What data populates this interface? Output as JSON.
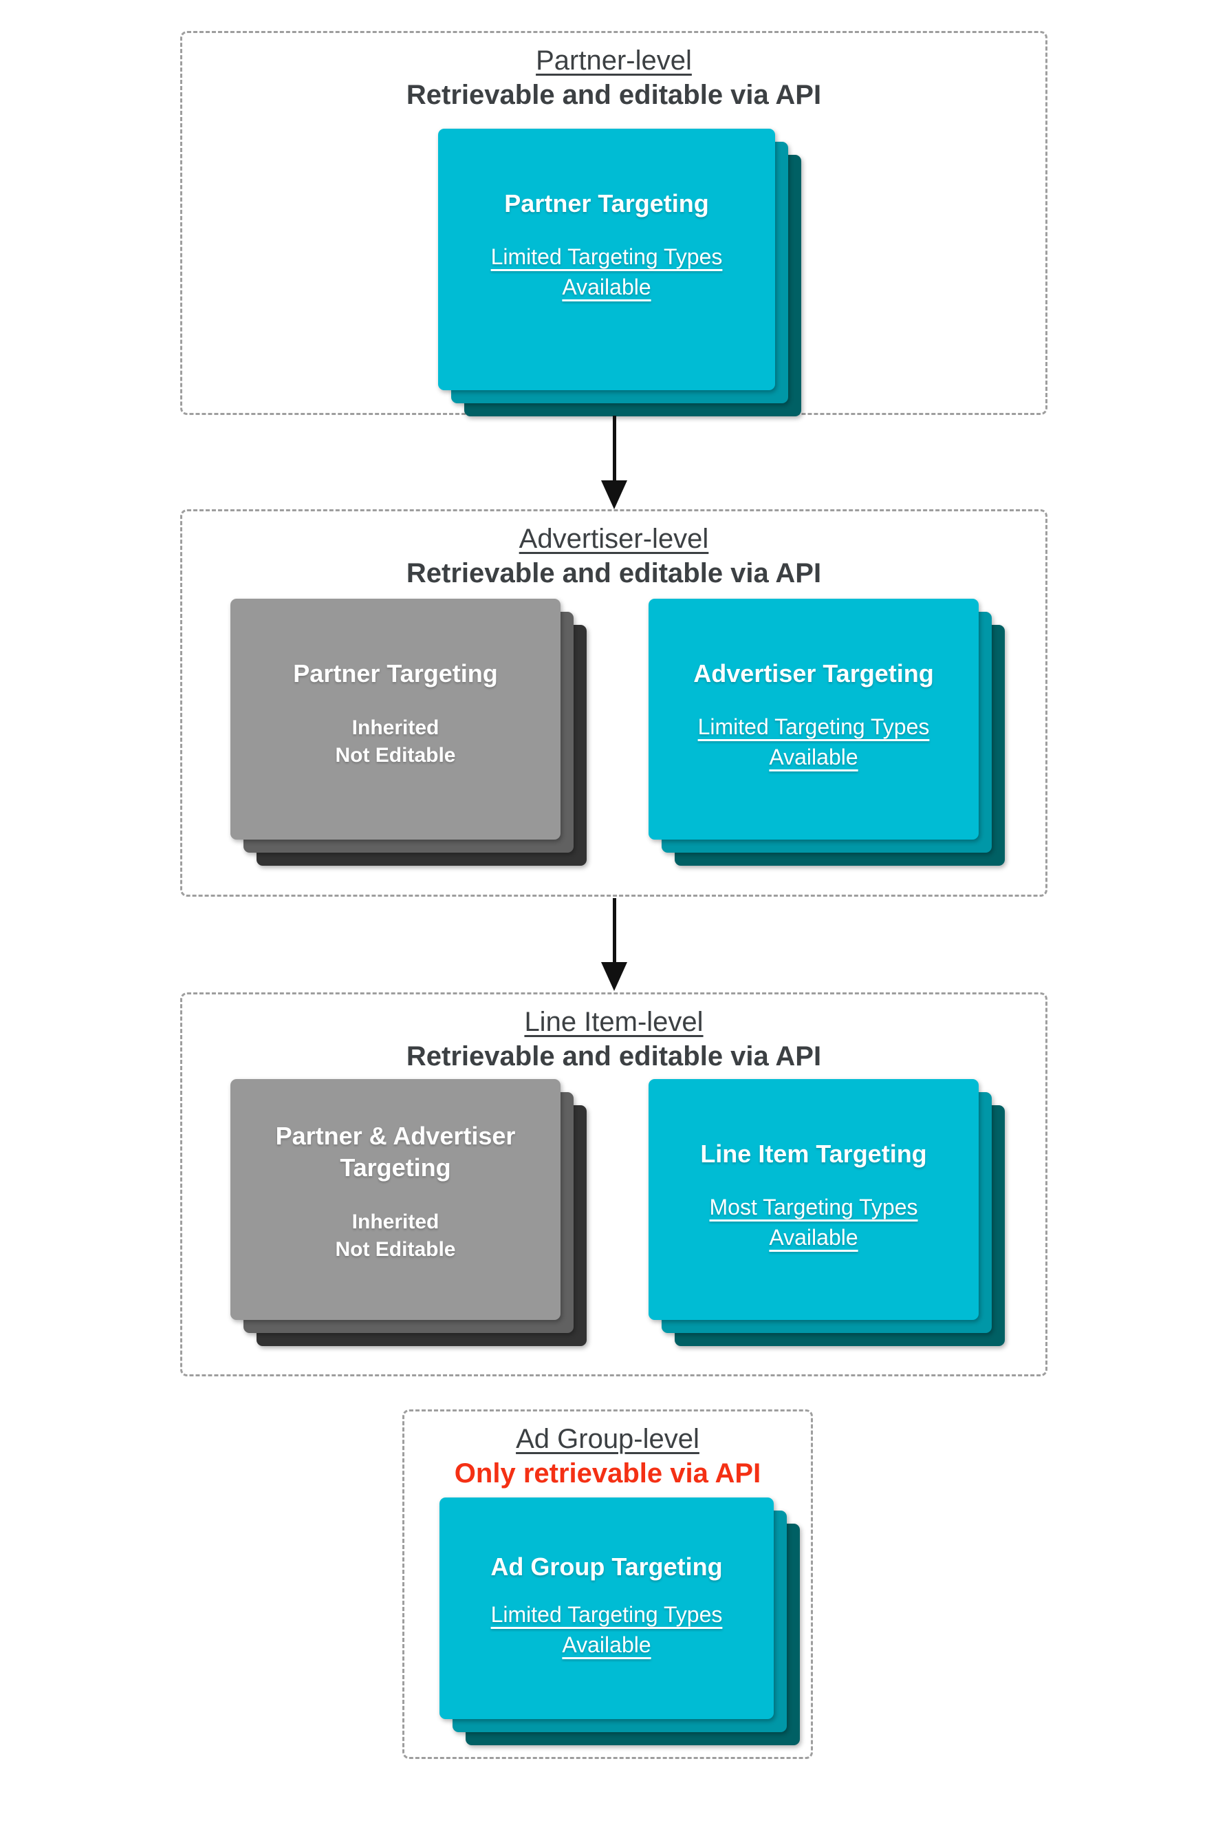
{
  "colors": {
    "teal": "#00BCD4",
    "tealMid": "#0097A7",
    "tealDark": "#006064",
    "gray": "#989898",
    "grayMid": "#616161",
    "grayDark": "#333333",
    "heading": "#3C4043",
    "alert": "#F43014",
    "border": "#9E9E9E",
    "arrow": "#111111"
  },
  "sections": [
    {
      "title": "Partner-level",
      "subtitle": "Retrievable and editable via API",
      "cards": [
        {
          "variant": "teal",
          "title": "Partner Targeting",
          "lines": [
            "Limited Targeting Types",
            "Available"
          ]
        }
      ]
    },
    {
      "title": "Advertiser-level",
      "subtitle": "Retrievable and editable via API",
      "cards": [
        {
          "variant": "gray",
          "title": "Partner Targeting",
          "lines": [
            "Inherited",
            "Not Editable"
          ]
        },
        {
          "variant": "teal",
          "title": "Advertiser Targeting",
          "lines": [
            "Limited Targeting Types",
            "Available"
          ]
        }
      ]
    },
    {
      "title": "Line Item-level",
      "subtitle": "Retrievable and editable via API",
      "cards": [
        {
          "variant": "gray",
          "title": "Partner & Advertiser Targeting",
          "lines": [
            "Inherited",
            "Not Editable"
          ]
        },
        {
          "variant": "teal",
          "title": "Line Item Targeting",
          "lines": [
            "Most Targeting Types",
            "Available"
          ]
        }
      ]
    },
    {
      "title": "Ad Group-level",
      "subtitle": "Only retrievable via API",
      "cards": [
        {
          "variant": "teal",
          "title": "Ad Group Targeting",
          "lines": [
            "Limited Targeting Types",
            "Available"
          ]
        }
      ]
    }
  ]
}
